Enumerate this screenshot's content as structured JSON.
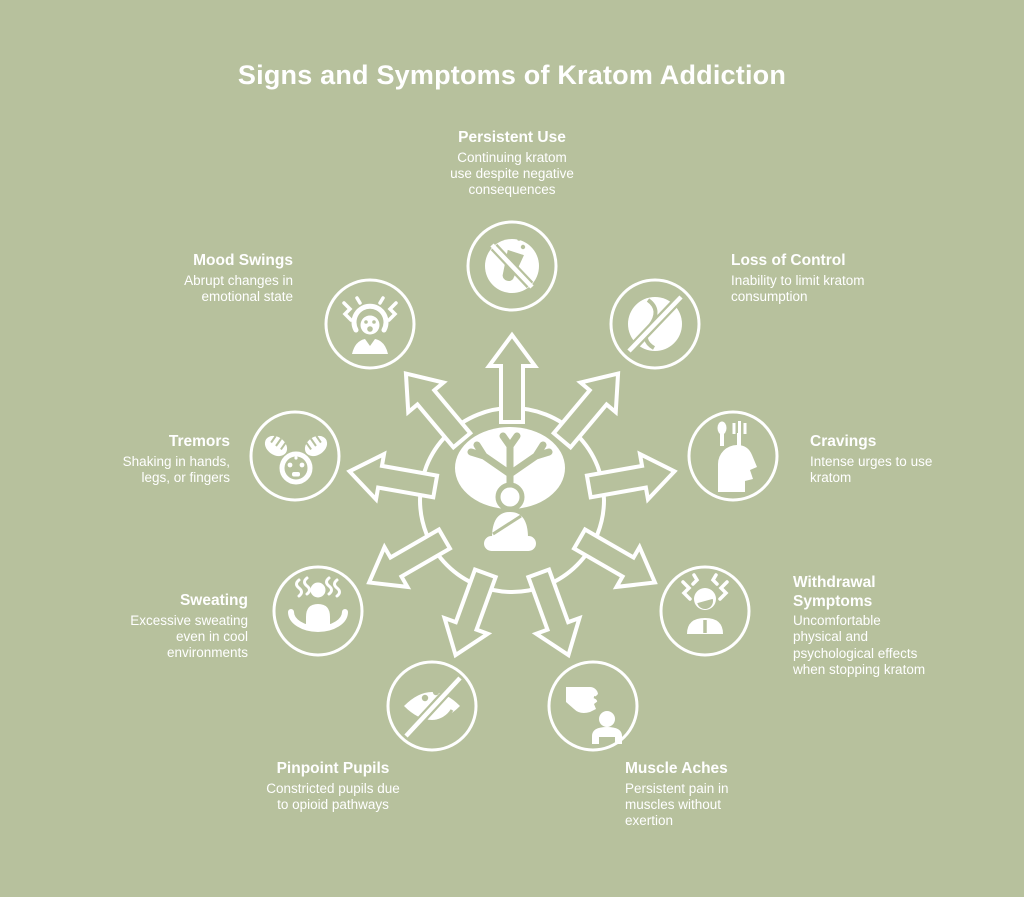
{
  "title": "Signs and Symptoms of Kratom Addiction",
  "colors": {
    "background": "#b7c19d",
    "foreground": "#ffffff"
  },
  "center": {
    "icon": "kratom-tree-person-icon"
  },
  "items": [
    {
      "id": "persistent-use",
      "label": "Persistent Use",
      "description": "Continuing kratom\nuse despite negative\nconsequences",
      "icon": "no-substance-icon"
    },
    {
      "id": "mood-swings",
      "label": "Mood Swings",
      "description": "Abrupt changes in\nemotional state",
      "icon": "stressed-person-icon"
    },
    {
      "id": "loss-of-control",
      "label": "Loss of Control",
      "description": "Inability to limit kratom\nconsumption",
      "icon": "crossed-sphere-icon"
    },
    {
      "id": "tremors",
      "label": "Tremors",
      "description": "Shaking in hands,\nlegs, or fingers",
      "icon": "tremor-face-hands-icon"
    },
    {
      "id": "cravings",
      "label": "Cravings",
      "description": "Intense urges to use\nkratom",
      "icon": "head-utensils-icon"
    },
    {
      "id": "sweating",
      "label": "Sweating",
      "description": "Excessive sweating\neven in cool\nenvironments",
      "icon": "sweating-person-icon"
    },
    {
      "id": "withdrawal-symptoms",
      "label": "Withdrawal\nSymptoms",
      "description": "Uncomfortable\nphysical and\npsychological effects\nwhen stopping kratom",
      "icon": "distressed-person-icon"
    },
    {
      "id": "pinpoint-pupils",
      "label": "Pinpoint Pupils",
      "description": "Constricted pupils due\nto opioid pathways",
      "icon": "eye-slash-icon"
    },
    {
      "id": "muscle-aches",
      "label": "Muscle Aches",
      "description": "Persistent pain in\nmuscles without\nexertion",
      "icon": "hand-pressing-shoulder-icon"
    }
  ]
}
